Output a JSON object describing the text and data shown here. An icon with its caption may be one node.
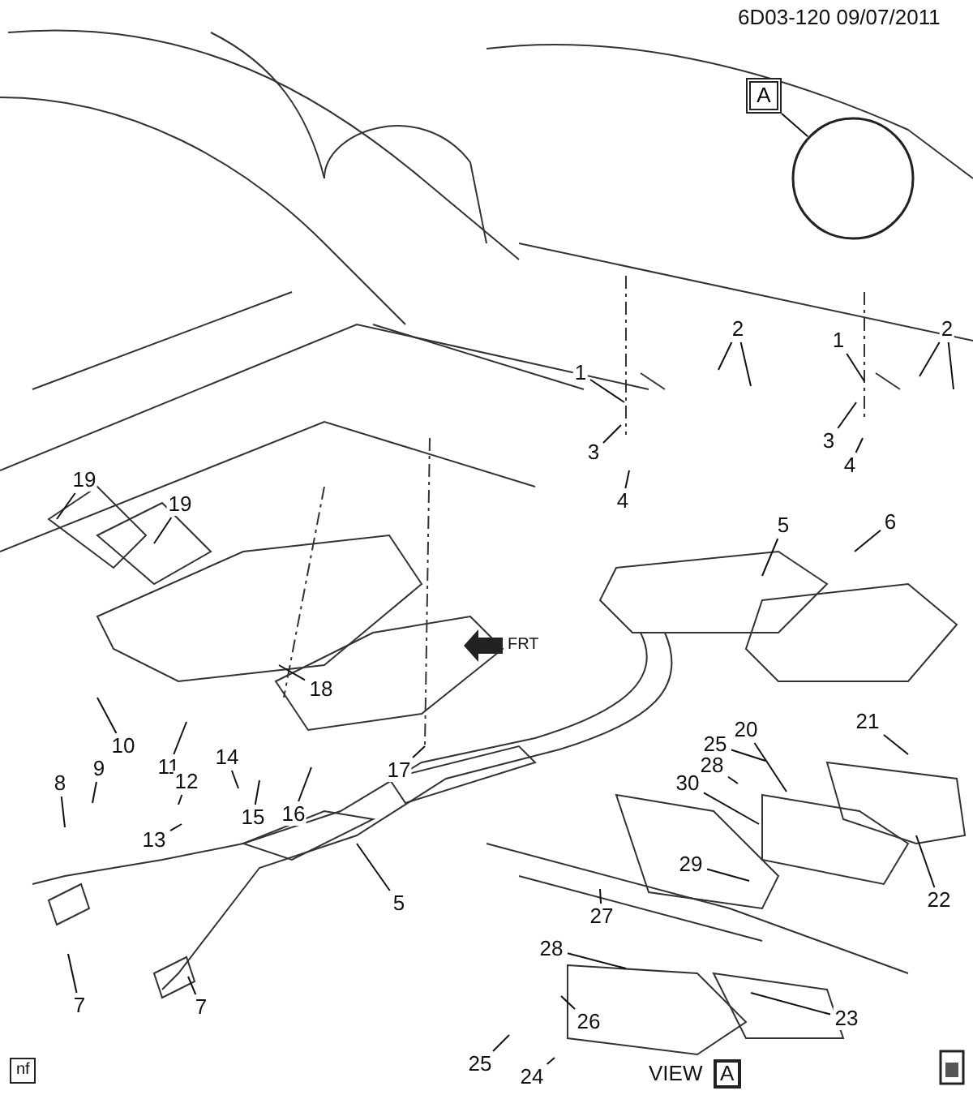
{
  "diagram": {
    "nodes": [
      {
        "text": [
          "A"
        ]
      },
      {
        "text": [],
        "shape": "circle"
      },
      {
        "text": [
          "1"
        ]
      },
      {
        "text": [
          "2"
        ]
      },
      {
        "text": [
          "1"
        ]
      },
      {
        "text": [
          "2"
        ]
      },
      {
        "text": [
          "3"
        ]
      },
      {
        "text": [
          "3"
        ]
      },
      {
        "text": [
          "4"
        ]
      },
      {
        "text": [
          "4"
        ]
      },
      {
        "text": [
          "19"
        ]
      },
      {
        "text": [
          "19"
        ]
      },
      {
        "text": [
          "5"
        ]
      },
      {
        "text": [
          "6"
        ]
      },
      {
        "text": [
          "18"
        ]
      },
      {
        "text": [
          "21"
        ]
      },
      {
        "text": [
          "20"
        ]
      },
      {
        "text": [
          "10"
        ]
      },
      {
        "text": [
          "25"
        ]
      },
      {
        "text": [
          "11"
        ]
      },
      {
        "text": [
          "14"
        ]
      },
      {
        "text": [
          "17"
        ]
      },
      {
        "text": [
          "9"
        ]
      },
      {
        "text": [
          "28"
        ]
      },
      {
        "text": [
          "12"
        ]
      },
      {
        "text": [
          "8"
        ]
      },
      {
        "text": [
          "30"
        ]
      },
      {
        "text": [
          "15"
        ]
      },
      {
        "text": [
          "16"
        ]
      },
      {
        "text": [
          "13"
        ]
      },
      {
        "text": [
          "29"
        ]
      },
      {
        "text": [
          "22"
        ]
      },
      {
        "text": [
          "5"
        ]
      },
      {
        "text": [
          "27"
        ]
      },
      {
        "text": [
          "28"
        ]
      },
      {
        "text": [
          "7"
        ]
      },
      {
        "text": [
          "7"
        ]
      },
      {
        "text": [
          "23"
        ]
      },
      {
        "text": [
          "26"
        ]
      },
      {
        "text": [
          "25"
        ]
      },
      {
        "text": [
          "24"
        ]
      }
    ],
    "edges": [
      {
        "from": 0,
        "to": 1,
        "arrow": "none"
      },
      {
        "from": 2,
        "to": null,
        "arrow": "none"
      },
      {
        "from": 3,
        "to": null,
        "arrow": "none"
      },
      {
        "from": 3,
        "to": null,
        "arrow": "none"
      },
      {
        "from": 4,
        "to": null,
        "arrow": "none"
      },
      {
        "from": 5,
        "to": null,
        "arrow": "none"
      },
      {
        "from": 5,
        "to": null,
        "arrow": "none"
      },
      {
        "from": 6,
        "to": null,
        "arrow": "none"
      },
      {
        "from": 7,
        "to": null,
        "arrow": "none"
      },
      {
        "from": 8,
        "to": null,
        "arrow": "none"
      },
      {
        "from": 9,
        "to": null,
        "arrow": "none"
      },
      {
        "from": 10,
        "to": null,
        "arrow": "none"
      },
      {
        "from": 11,
        "to": null,
        "arrow": "none"
      },
      {
        "from": 12,
        "to": null,
        "arrow": "none"
      },
      {
        "from": 13,
        "to": null,
        "arrow": "none"
      },
      {
        "from": 14,
        "to": null,
        "arrow": "none"
      },
      {
        "from": 15,
        "to": null,
        "arrow": "none"
      },
      {
        "from": 16,
        "to": null,
        "arrow": "none"
      },
      {
        "from": 17,
        "to": null,
        "arrow": "none"
      },
      {
        "from": 18,
        "to": null,
        "arrow": "none"
      },
      {
        "from": 19,
        "to": null,
        "arrow": "none"
      },
      {
        "from": 20,
        "to": null,
        "arrow": "none"
      },
      {
        "from": 21,
        "to": null,
        "arrow": "none"
      },
      {
        "from": 22,
        "to": null,
        "arrow": "none"
      },
      {
        "from": 23,
        "to": null,
        "arrow": "none"
      },
      {
        "from": 24,
        "to": null,
        "arrow": "none"
      },
      {
        "from": 25,
        "to": null,
        "arrow": "none"
      },
      {
        "from": 26,
        "to": null,
        "arrow": "none"
      },
      {
        "from": 27,
        "to": null,
        "arrow": "none"
      },
      {
        "from": 28,
        "to": null,
        "arrow": "none"
      },
      {
        "from": 29,
        "to": null,
        "arrow": "none"
      },
      {
        "from": 30,
        "to": null,
        "arrow": "none"
      },
      {
        "from": 31,
        "to": null,
        "arrow": "none"
      },
      {
        "from": 32,
        "to": null,
        "arrow": "none"
      },
      {
        "from": 33,
        "to": null,
        "arrow": "none"
      },
      {
        "from": 34,
        "to": null,
        "arrow": "none"
      },
      {
        "from": 35,
        "to": null,
        "arrow": "none"
      },
      {
        "from": 36,
        "to": null,
        "arrow": "none"
      },
      {
        "from": 37,
        "to": null,
        "arrow": "none"
      },
      {
        "from": 38,
        "to": null,
        "arrow": "none"
      },
      {
        "from": 39,
        "to": null,
        "arrow": "none"
      },
      {
        "from": 40,
        "to": null,
        "arrow": "none"
      }
    ],
    "labels": [
      "6D03-120 09/07/2011",
      "FRT",
      "nf",
      "VIEW",
      "A"
    ]
  }
}
